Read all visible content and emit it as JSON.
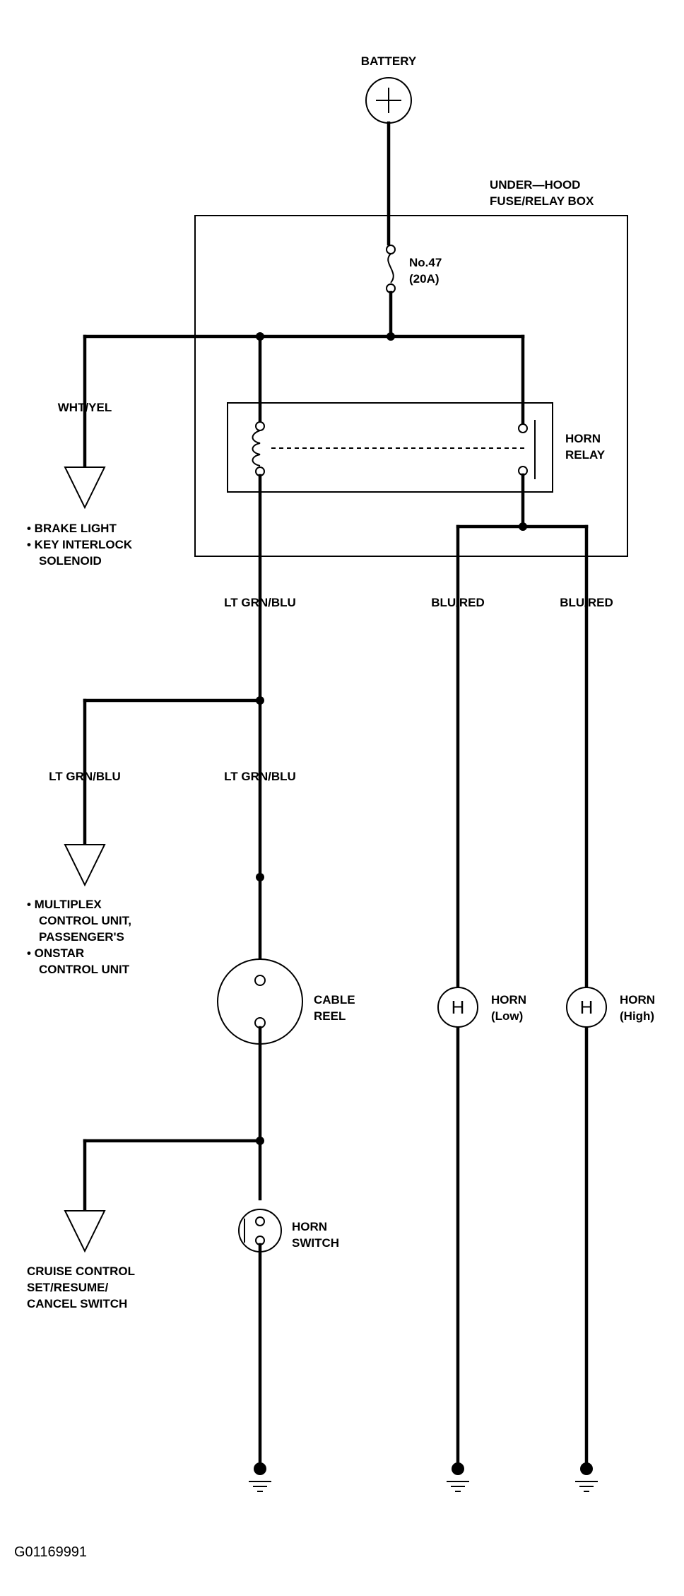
{
  "labels": {
    "battery": "BATTERY",
    "underhood_line1": "UNDER—HOOD",
    "underhood_line2": "FUSE/RELAY BOX",
    "fuse_line1": "No.47",
    "fuse_line2": "(20A)",
    "horn_relay_line1": "HORN",
    "horn_relay_line2": "RELAY",
    "wht_yel": "WHT/YEL",
    "ltgrn_blu_a": "LT GRN/BLU",
    "ltgrn_blu_b": "LT GRN/BLU",
    "ltgrn_blu_c": "LT GRN/BLU",
    "blu_red_a": "BLU/RED",
    "blu_red_b": "BLU/RED",
    "brake_light": "• BRAKE LIGHT",
    "key_interlock": "• KEY INTERLOCK",
    "solenoid": "SOLENOID",
    "multiplex_1": "• MULTIPLEX",
    "multiplex_2": "CONTROL UNIT,",
    "multiplex_3": "PASSENGER'S",
    "onstar_1": "• ONSTAR",
    "onstar_2": "CONTROL UNIT",
    "cable_reel_1": "CABLE",
    "cable_reel_2": "REEL",
    "horn_low_1": "HORN",
    "horn_low_2": "(Low)",
    "horn_high_1": "HORN",
    "horn_high_2": "(High)",
    "horn_switch_1": "HORN",
    "horn_switch_2": "SWITCH",
    "cruise_1": "CRUISE CONTROL",
    "cruise_2": "SET/RESUME/",
    "cruise_3": "CANCEL SWITCH",
    "horn_symbol": "H",
    "footer_id": "G01169991"
  },
  "icons": [
    "battery-icon",
    "fuse-icon",
    "relay-coil-icon",
    "ground-icon",
    "horn-icon",
    "connector-arrow-icon"
  ]
}
